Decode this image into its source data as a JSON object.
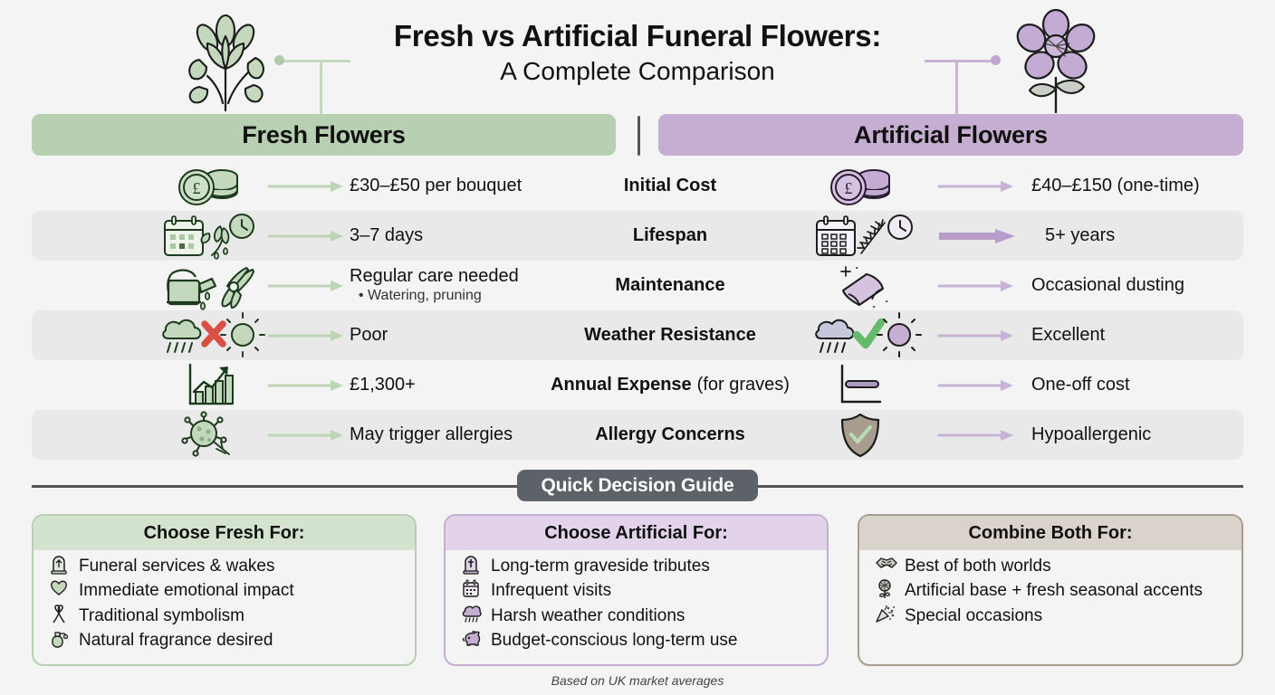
{
  "header": {
    "title": "Fresh vs Artificial Funeral Flowers:",
    "subtitle": "A Complete Comparison",
    "left_column": "Fresh Flowers",
    "right_column": "Artificial Flowers",
    "left_icon": "fresh-flower-illustration",
    "right_icon": "artificial-flower-illustration"
  },
  "colors": {
    "fresh_accent": "#b7d0b2",
    "fresh_tint": "#d3e3cf",
    "artificial_accent": "#c6aed2",
    "artificial_tint": "#e3d3ea",
    "combine_accent": "#a89c8e",
    "combine_tint": "#d9d3cb",
    "pill_bg": "#5c6267",
    "row_alt_bg": "#e9e9e9",
    "page_bg": "#f4f4f4",
    "cross_red": "#d94f43",
    "check_green": "#63bb6b"
  },
  "comparison_rows": [
    {
      "label": "Initial Cost",
      "label_note": "",
      "fresh_value": "£30–£50 per bouquet",
      "fresh_sub": "",
      "fresh_icon": "coins-pound-icon",
      "artificial_value": "£40–£150 (one-time)",
      "artificial_icon": "coins-pound-icon",
      "highlight": false,
      "shaded": false
    },
    {
      "label": "Lifespan",
      "label_note": "",
      "fresh_value": "3–7 days",
      "fresh_sub": "",
      "fresh_icon": "calendar-wilting-flower-clock-icon",
      "artificial_value": "5+ years",
      "artificial_icon": "calendar-evergreen-clock-icon",
      "highlight": true,
      "shaded": true
    },
    {
      "label": "Maintenance",
      "label_note": "",
      "fresh_value": "Regular care needed",
      "fresh_sub": "• Watering, pruning",
      "fresh_icon": "watering-can-pruning-shears-icon",
      "artificial_value": "Occasional dusting",
      "artificial_icon": "dusting-cloth-icon",
      "highlight": false,
      "shaded": false
    },
    {
      "label": "Weather Resistance",
      "label_note": "",
      "fresh_value": "Poor",
      "fresh_sub": "",
      "fresh_icon": "rain-cloud-cross-sun-icon",
      "artificial_value": "Excellent",
      "artificial_icon": "rain-cloud-check-sun-icon",
      "highlight": false,
      "shaded": true
    },
    {
      "label": "Annual Expense",
      "label_note": "(for graves)",
      "fresh_value": "£1,300+",
      "fresh_sub": "",
      "fresh_icon": "rising-bar-chart-icon",
      "artificial_value": "One-off cost",
      "artificial_icon": "flat-line-chart-icon",
      "highlight": false,
      "shaded": false
    },
    {
      "label": "Allergy Concerns",
      "label_note": "",
      "fresh_value": "May trigger allergies",
      "fresh_sub": "",
      "fresh_icon": "pollen-allergen-icon",
      "artificial_value": "Hypoallergenic",
      "artificial_icon": "shield-check-icon",
      "highlight": false,
      "shaded": true
    }
  ],
  "quick_guide": {
    "pill_label": "Quick Decision Guide",
    "cards": [
      {
        "title": "Choose Fresh For:",
        "items": [
          {
            "glyph": "🪦",
            "icon": "headstone-icon",
            "text": "Funeral services & wakes"
          },
          {
            "glyph": "💚",
            "icon": "heart-icon",
            "text": "Immediate emotional impact"
          },
          {
            "glyph": "🎗",
            "icon": "ribbon-icon",
            "text": "Traditional symbolism"
          },
          {
            "glyph": "🧴",
            "icon": "perfume-bottle-icon",
            "text": "Natural fragrance desired"
          }
        ]
      },
      {
        "title": "Choose Artificial For:",
        "items": [
          {
            "glyph": "✝",
            "icon": "headstone-cross-icon",
            "text": "Long-term graveside tributes"
          },
          {
            "glyph": "🗓",
            "icon": "calendar-icon",
            "text": "Infrequent visits"
          },
          {
            "glyph": "🌧",
            "icon": "rain-cloud-icon",
            "text": "Harsh weather conditions"
          },
          {
            "glyph": "🐷",
            "icon": "piggy-bank-icon",
            "text": "Budget-conscious long-term use"
          }
        ]
      },
      {
        "title": "Combine Both For:",
        "items": [
          {
            "glyph": "🤝",
            "icon": "handshake-icon",
            "text": "Best of both worlds"
          },
          {
            "glyph": "🌼",
            "icon": "flower-icon",
            "text": "Artificial base + fresh seasonal accents"
          },
          {
            "glyph": "🎉",
            "icon": "party-popper-icon",
            "text": "Special occasions"
          }
        ]
      }
    ]
  },
  "footnote": "Based on UK market averages"
}
